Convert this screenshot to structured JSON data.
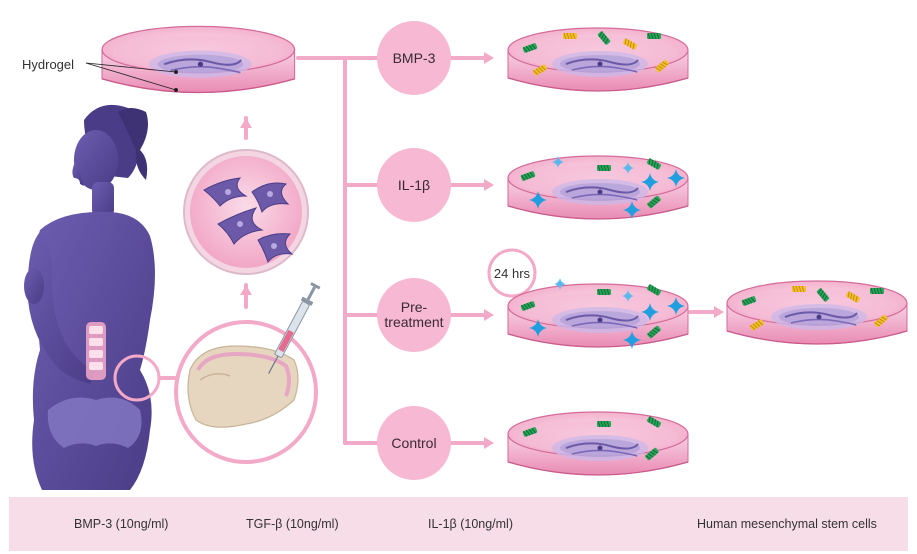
{
  "labels": {
    "hydrogel": "Hydrogel",
    "hours": "24 hrs"
  },
  "treatments": [
    {
      "label": "BMP-3"
    },
    {
      "label": "IL-1β"
    },
    {
      "label": "Pre-\ntreatment"
    },
    {
      "label": "Control"
    }
  ],
  "legend": {
    "items": [
      {
        "label": "BMP-3 (10ng/ml)",
        "icon": "bmp3-coil-icon",
        "color": "#f2c02b"
      },
      {
        "label": "TGF-β (10ng/ml)",
        "icon": "tgf-beta-coil-icon",
        "color": "#2aa45a"
      },
      {
        "label": "IL-1β (10ng/ml)",
        "icon": "il1b-star-icon",
        "color": "#1f9ee0"
      },
      {
        "label": "Human mesenchymal stem cells",
        "icon": "stem-cell-icon",
        "color": "#6c5aa8"
      }
    ]
  },
  "colors": {
    "accent_pink": "#f3a9c8",
    "dish_fill": "#f6c4da",
    "figure_purple": "#5b4b98",
    "cell_purple": "#6c5aa8",
    "background_legend": "#f7dde8"
  }
}
